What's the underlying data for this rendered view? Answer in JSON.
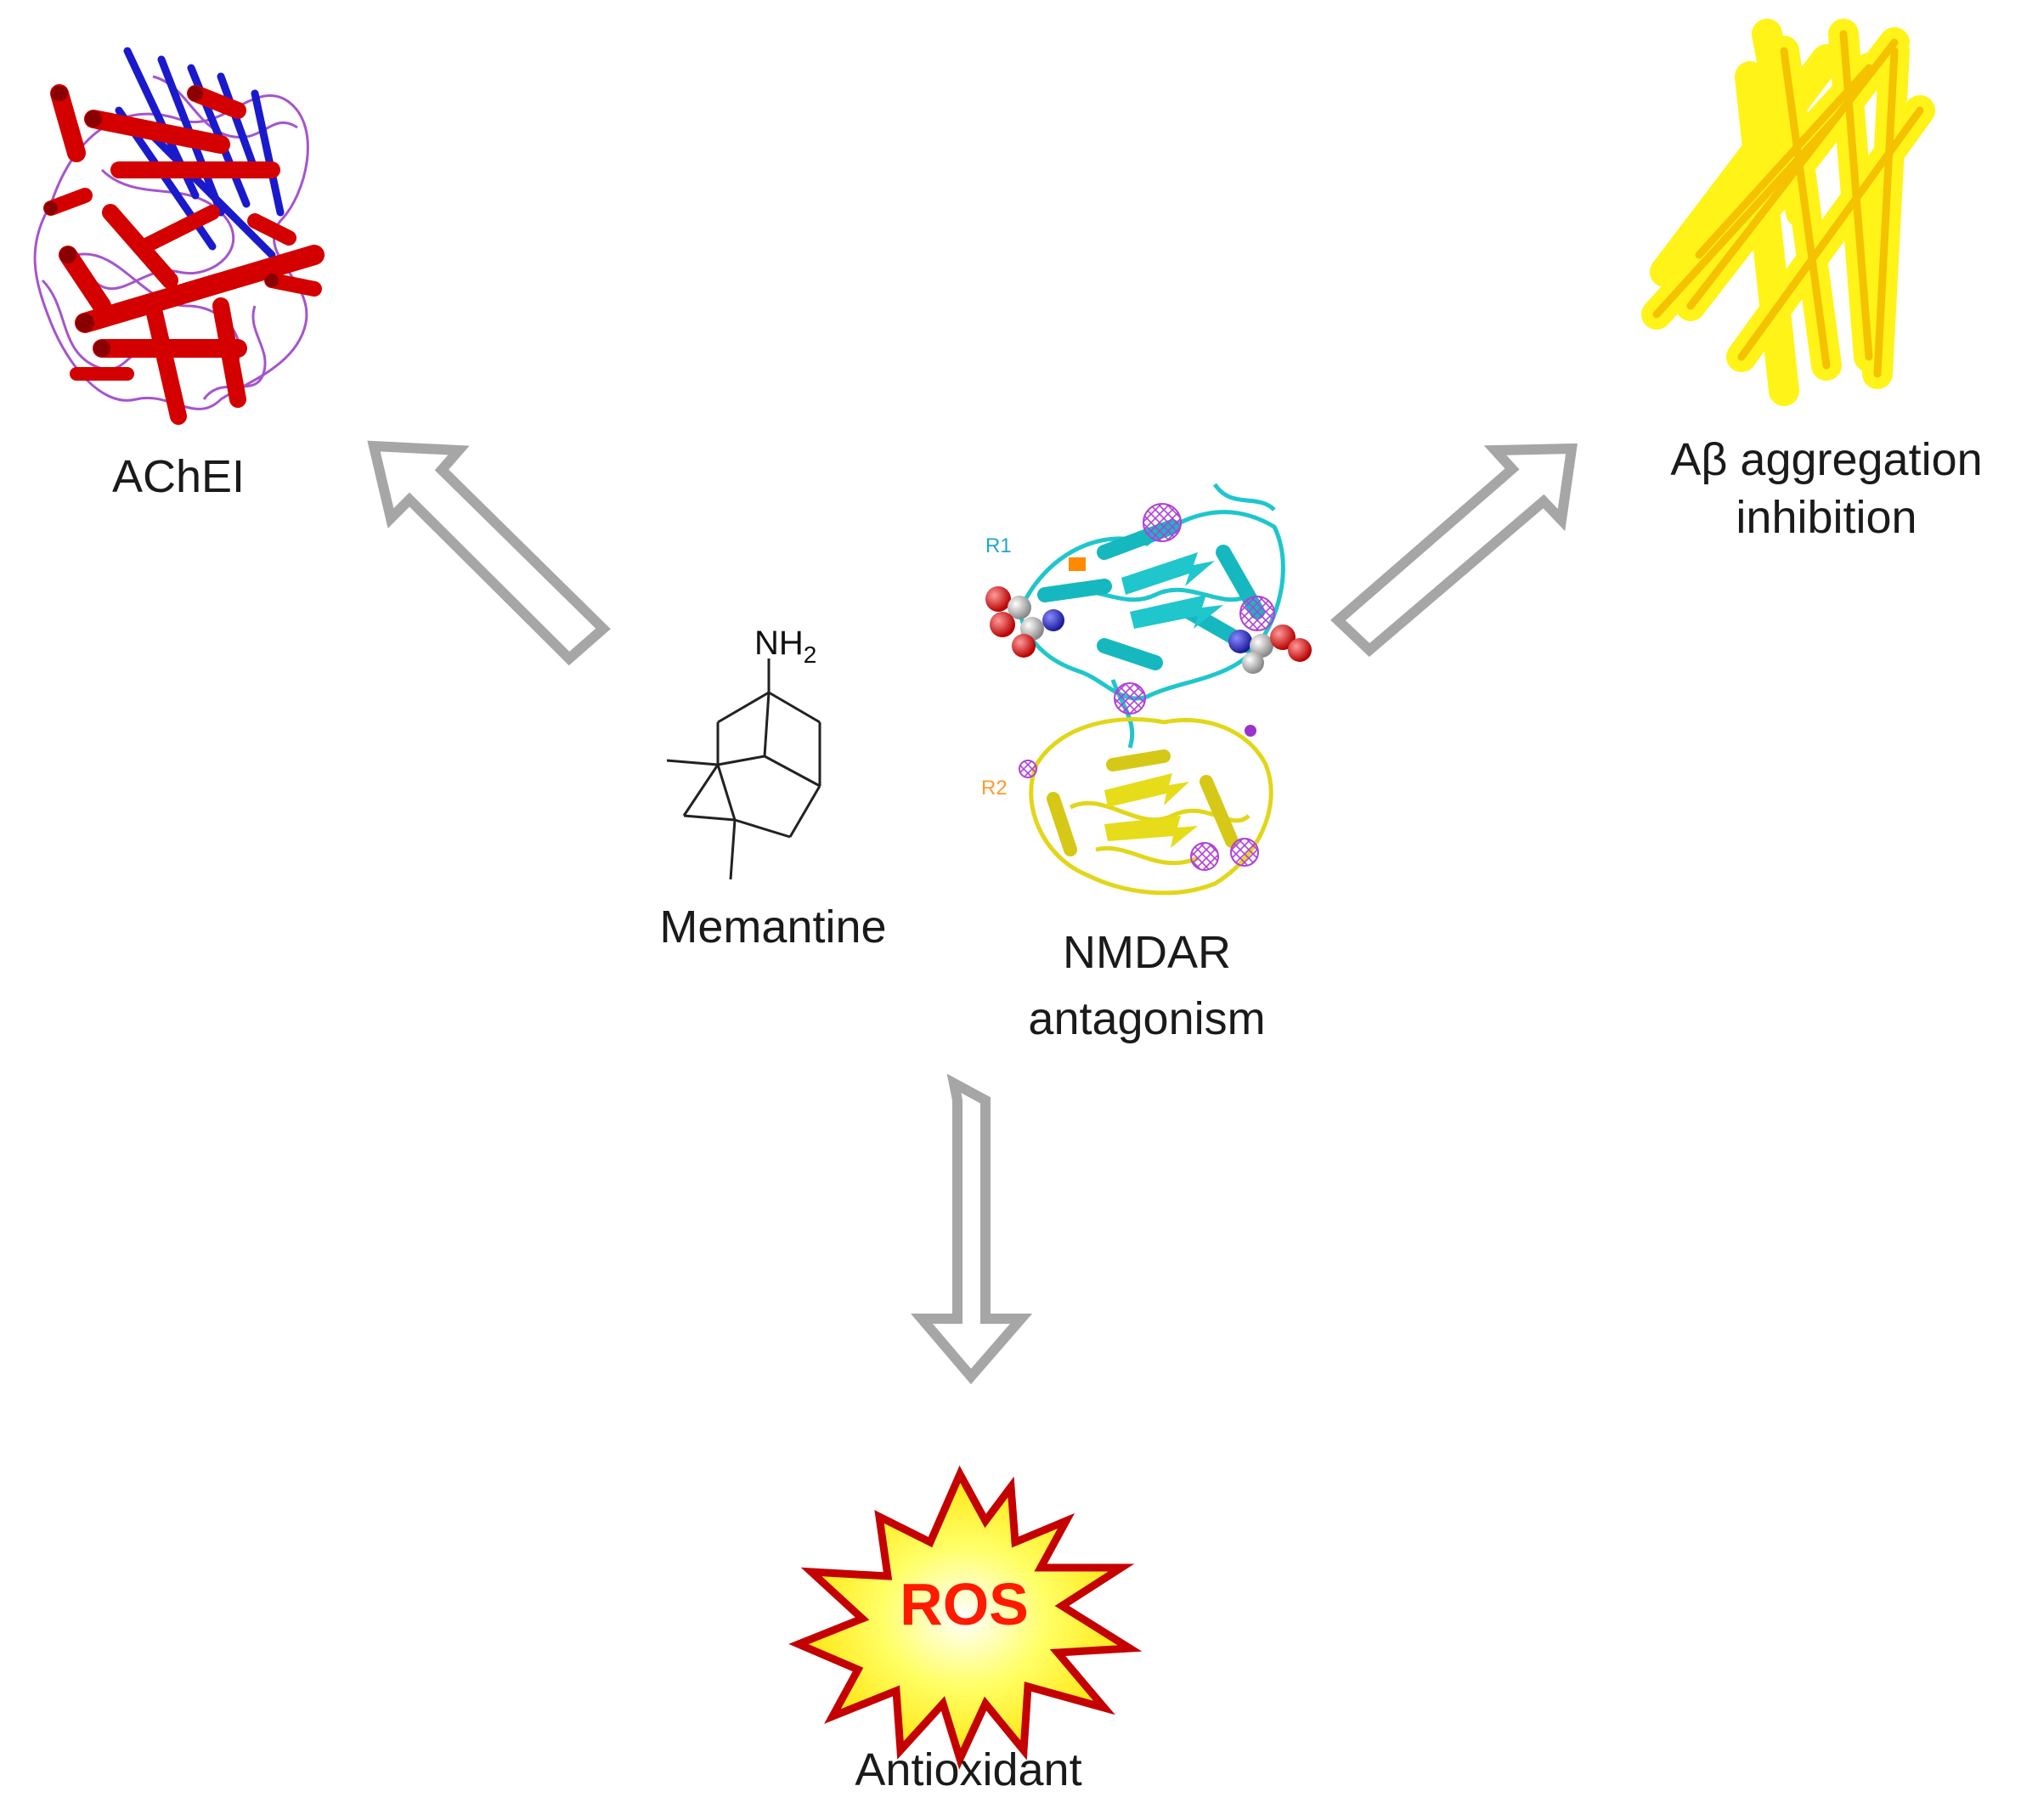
{
  "labels": {
    "ache": "AChEI",
    "abeta_line1": "Aβ aggregation",
    "abeta_line2": "inhibition",
    "memantine": "Memantine",
    "nmdar_line1": "NMDAR",
    "nmdar_line2": "antagonism",
    "antioxidant": "Antioxidant",
    "ros": "ROS",
    "nh2_main": "NH",
    "nh2_sub": "2",
    "region_r1": "R1",
    "region_r2": "R2"
  },
  "colors": {
    "arrow": "#a6a6a6",
    "ache_helix": "#d40000",
    "ache_strand": "#1a1acc",
    "ache_loop": "#9a3fc0",
    "abeta": "#ffee00",
    "abeta_core": "#f6b800",
    "nmdar_r1": "#1fc6cc",
    "nmdar_r2": "#e6dc1a",
    "ligand": "#9933cc",
    "ros_fill": "#ffff33",
    "ros_edge": "#cc0000",
    "ros_text": "#ff1a00"
  },
  "icons": {
    "ache": "protein-ribbon-icon",
    "abeta": "fibril-bundle-icon",
    "nmdar": "receptor-structure-icon",
    "memantine": "adamantane-structure-icon",
    "ros": "starburst-icon"
  }
}
